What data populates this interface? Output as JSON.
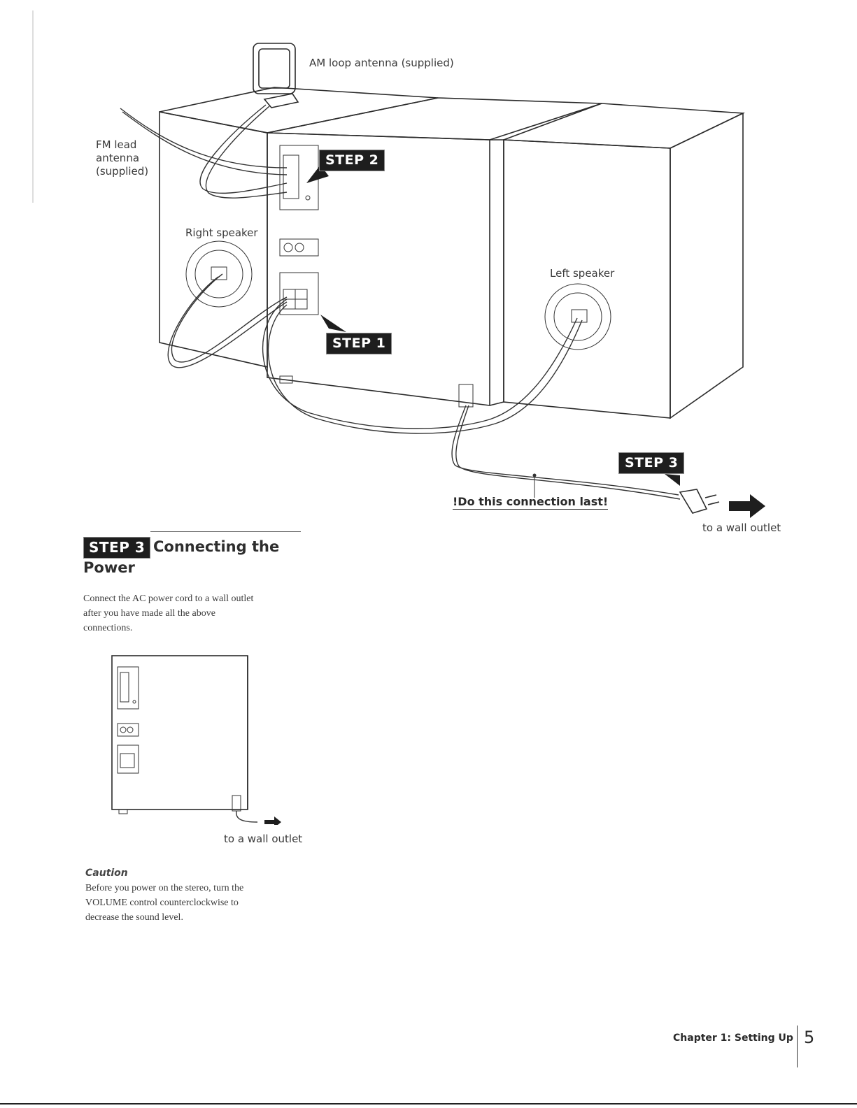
{
  "diagram": {
    "am_antenna_label": "AM loop antenna (supplied)",
    "fm_antenna_label": [
      "FM lead",
      "antenna",
      "(supplied)"
    ],
    "right_speaker_label": "Right speaker",
    "left_speaker_label": "Left speaker",
    "step2_badge": "STEP 2",
    "step1_badge": "STEP 1",
    "step3_badge": "STEP 3",
    "do_last_label": "!Do this connection last!",
    "wall_outlet_label": "to a wall outlet"
  },
  "section": {
    "badge": "STEP 3",
    "title_line1": "Connecting the",
    "title_line2": "Power",
    "body": [
      "Connect the AC power cord to a wall outlet",
      "after you have made all the above",
      "connections."
    ]
  },
  "small_diagram": {
    "wall_outlet_label": "to a wall outlet"
  },
  "caution": {
    "heading": "Caution",
    "body": [
      "Before you power on the stereo, turn the",
      "VOLUME control counterclockwise to",
      "decrease the sound level."
    ]
  },
  "footer": {
    "chapter": "Chapter 1: Setting Up",
    "page_number": "5"
  }
}
